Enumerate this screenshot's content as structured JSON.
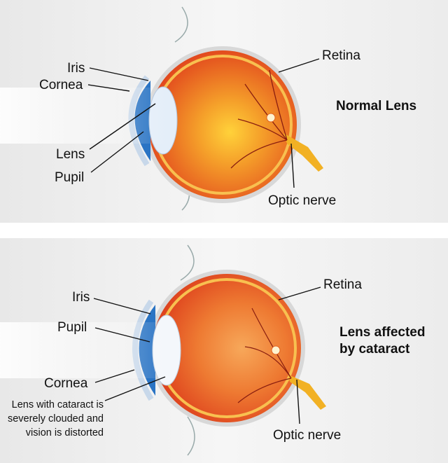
{
  "normal": {
    "title": "Normal Lens",
    "labels": {
      "iris": "Iris",
      "cornea": "Cornea",
      "lens": "Lens",
      "pupil": "Pupil",
      "retina": "Retina",
      "optic_nerve": "Optic nerve"
    }
  },
  "cataract": {
    "title_line1": "Lens affected",
    "title_line2": "by cataract",
    "labels": {
      "iris": "Iris",
      "pupil": "Pupil",
      "cornea": "Cornea",
      "retina": "Retina",
      "optic_nerve": "Optic nerve"
    },
    "lens_note": [
      "Lens with cataract is",
      "severely clouded and",
      "vision is distorted"
    ]
  },
  "colors": {
    "panel_bg": "#efefef",
    "eyeball": "#e5421f",
    "retina": "#f08a1e",
    "lens": "#dfe9f7",
    "iris": "#2a74c4",
    "nerve": "#f2b124"
  }
}
